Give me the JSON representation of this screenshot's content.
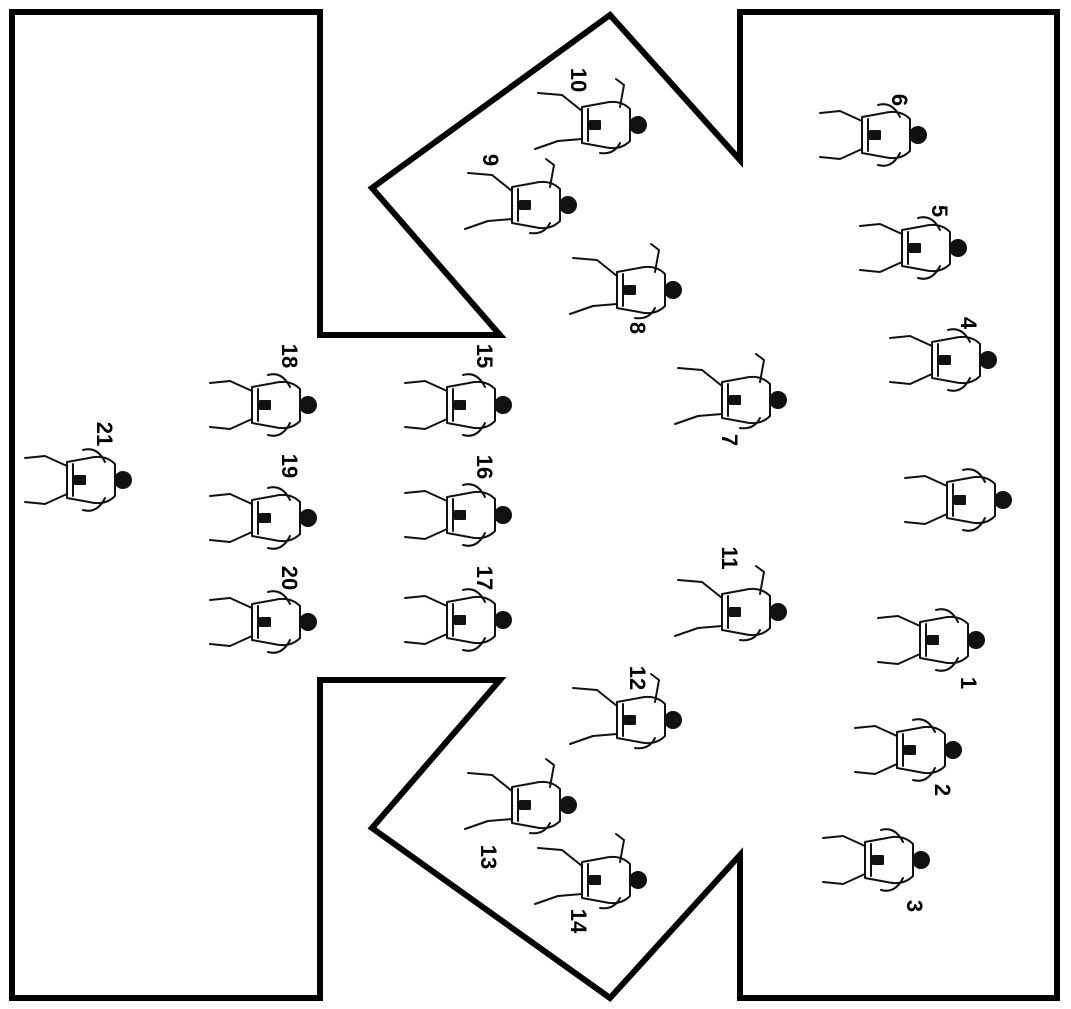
{
  "diagram": {
    "type": "kata-floor-pattern",
    "line_color": "#000000",
    "figure_color": "#111111",
    "background": "#ffffff",
    "unlabeled_start_figures": 1,
    "steps": [
      {
        "number": "1"
      },
      {
        "number": "2"
      },
      {
        "number": "3"
      },
      {
        "number": "4"
      },
      {
        "number": "5"
      },
      {
        "number": "6"
      },
      {
        "number": "7"
      },
      {
        "number": "8"
      },
      {
        "number": "9"
      },
      {
        "number": "10"
      },
      {
        "number": "11"
      },
      {
        "number": "12"
      },
      {
        "number": "13"
      },
      {
        "number": "14"
      },
      {
        "number": "15"
      },
      {
        "number": "16"
      },
      {
        "number": "17"
      },
      {
        "number": "18"
      },
      {
        "number": "19"
      },
      {
        "number": "20"
      },
      {
        "number": "21"
      }
    ]
  }
}
